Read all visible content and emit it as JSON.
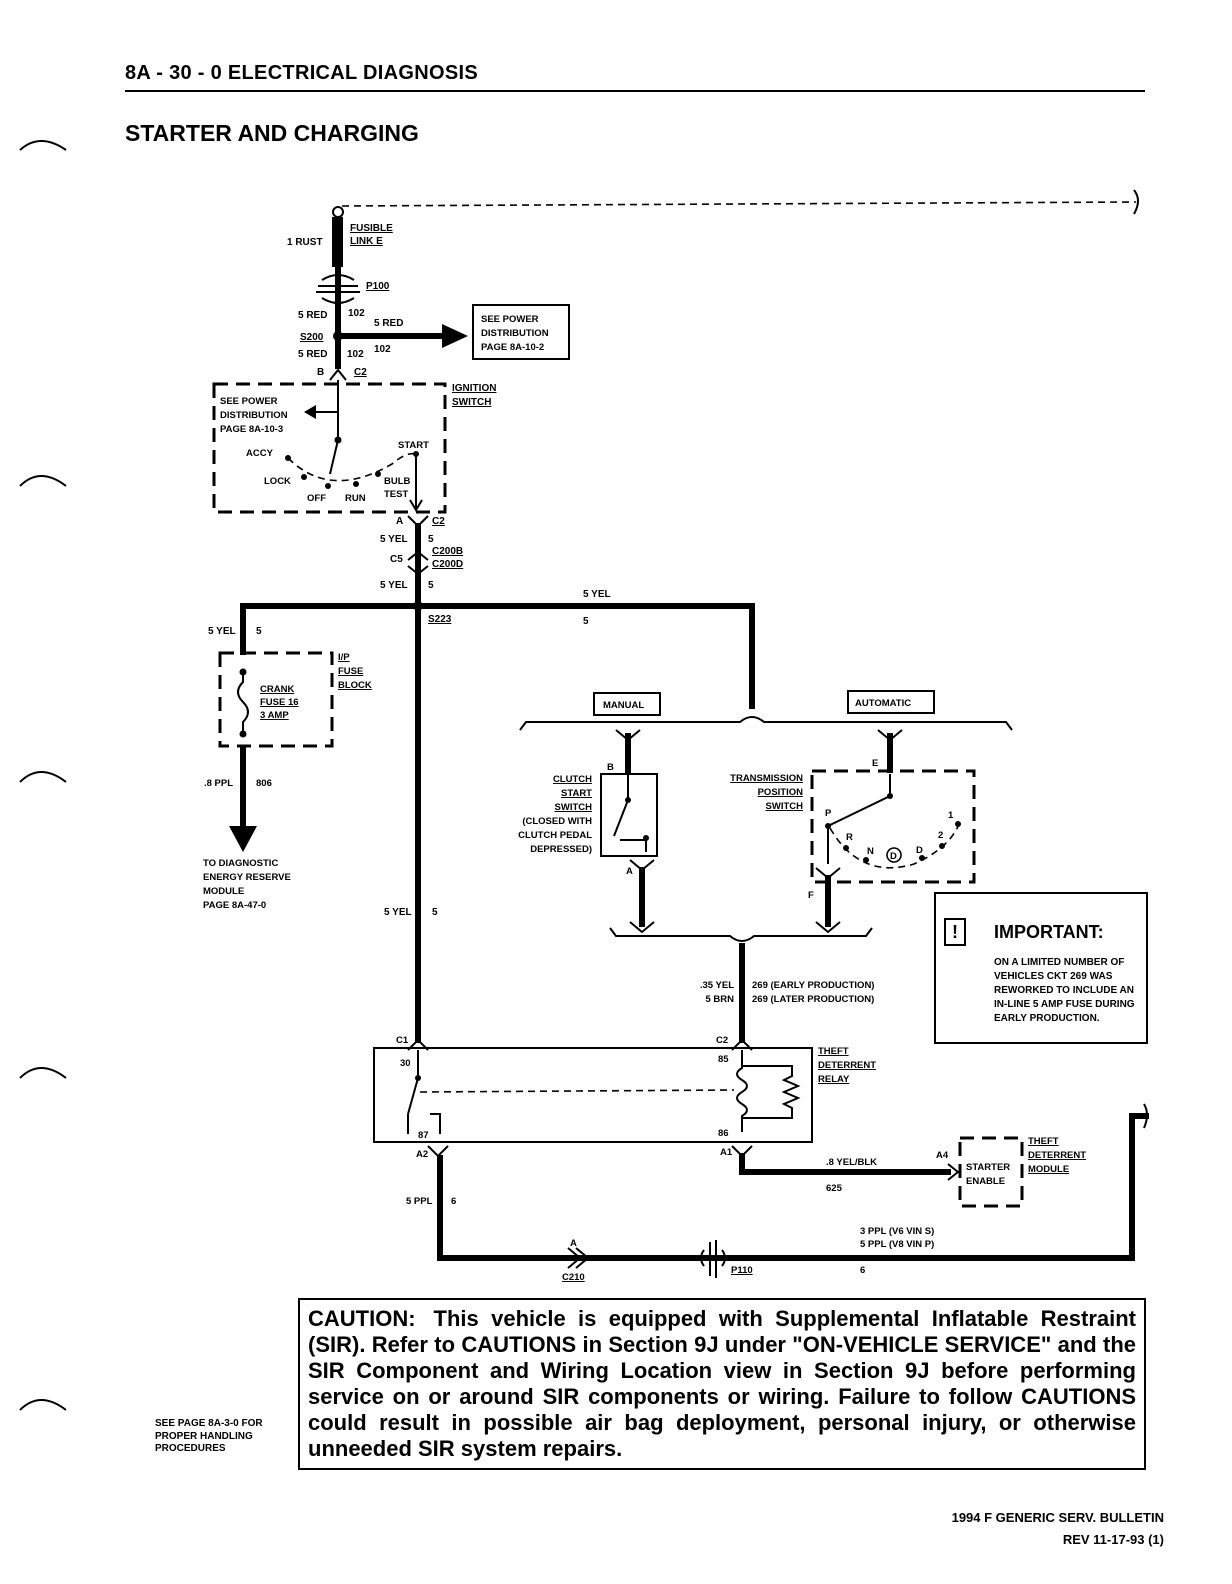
{
  "header": {
    "title": "8A - 30 - 0 ELECTRICAL DIAGNOSIS",
    "section": "STARTER AND CHARGING"
  },
  "diagram": {
    "fusible_link": {
      "wire": "1 RUST",
      "label_line1": "FUSIBLE",
      "label_line2": "LINK E"
    },
    "p100": "P100",
    "s200": "S200",
    "wire_5red": "5 RED",
    "ckt_102": "102",
    "power_dist_1": {
      "line1": "SEE POWER",
      "line2": "DISTRIBUTION",
      "line3": "PAGE 8A-10-2"
    },
    "connector_b": "B",
    "connector_c2": "C2",
    "ignition_switch": {
      "line1": "IGNITION",
      "line2": "SWITCH"
    },
    "power_dist_2": {
      "line1": "SEE POWER",
      "line2": "DISTRIBUTION",
      "line3": "PAGE 8A-10-3"
    },
    "sw_accy": "ACCY",
    "sw_lock": "LOCK",
    "sw_off": "OFF",
    "sw_run": "RUN",
    "sw_start": "START",
    "sw_bulb": "BULB",
    "sw_test": "TEST",
    "connector_a": "A",
    "wire_5yel": "5 YEL",
    "ckt_5": "5",
    "connector_c5": "C5",
    "c200b": "C200B",
    "c200d": "C200D",
    "s223": "S223",
    "ip_fuse_block": {
      "line1": "I/P",
      "line2": "FUSE",
      "line3": "BLOCK"
    },
    "crank_fuse": {
      "line1": "CRANK",
      "line2": "FUSE 16",
      "line3": "3 AMP"
    },
    "wire_8ppl": ".8 PPL",
    "ckt_806": "806",
    "derm": {
      "line1": "TO DIAGNOSTIC",
      "line2": "ENERGY RESERVE",
      "line3": "MODULE",
      "line4": "PAGE 8A-47-0"
    },
    "manual": "MANUAL",
    "automatic": "AUTOMATIC",
    "clutch_switch": {
      "line1": "CLUTCH",
      "line2": "START",
      "line3": "SWITCH",
      "line4": "(CLOSED WITH",
      "line5": "CLUTCH PEDAL",
      "line6": "DEPRESSED)"
    },
    "trans_switch": {
      "line1": "TRANSMISSION",
      "line2": "POSITION",
      "line3": "SWITCH"
    },
    "pin_e": "E",
    "pin_f": "F",
    "gear_p": "P",
    "gear_r": "R",
    "gear_n": "N",
    "gear_d": "D",
    "gear_d2": "D",
    "gear_1": "1",
    "gear_2": "2",
    "wire_35yel": ".35 YEL",
    "wire_5brn": "5 BRN",
    "ckt_269_early": "269 (EARLY PRODUCTION)",
    "ckt_269_later": "269 (LATER PRODUCTION)",
    "connector_c1": "C1",
    "pin_30": "30",
    "pin_85": "85",
    "pin_86": "86",
    "pin_87": "87",
    "pin_a2": "A2",
    "pin_a1": "A1",
    "theft_relay": {
      "line1": "THEFT",
      "line2": "DETERRENT",
      "line3": "RELAY"
    },
    "theft_module": {
      "line1": "THEFT",
      "line2": "DETERRENT",
      "line3": "MODULE"
    },
    "starter_enable": {
      "line1": "STARTER",
      "line2": "ENABLE"
    },
    "pin_a4": "A4",
    "wire_8yelblk": ".8 YEL/BLK",
    "ckt_625": "625",
    "wire_5ppl": "5 PPL",
    "ckt_6": "6",
    "c210": "C210",
    "p110": "P110",
    "wire_3ppl_v6": "3 PPL (V6 VIN S)",
    "wire_5ppl_v8": "5 PPL (V8 VIN P)"
  },
  "important": {
    "icon": "!",
    "title": "IMPORTANT:",
    "text": "ON A LIMITED NUMBER OF VEHICLES CKT 269 WAS REWORKED TO INCLUDE AN IN-LINE 5 AMP FUSE DURING EARLY PRODUCTION."
  },
  "caution": {
    "label": "CAUTION:",
    "text": "This vehicle is equipped with Supplemental Inflatable Restraint (SIR). Refer to CAUTIONS in Section 9J under \"ON-VEHICLE SERVICE\" and the SIR Component and Wiring Location view in Section 9J before performing service on or around SIR components or wiring. Failure to follow CAUTIONS could result in possible air bag deployment, personal injury, or otherwise unneeded SIR system repairs."
  },
  "side_note": "SEE PAGE 8A-3-0 FOR PROPER HANDLING PROCEDURES",
  "footer": {
    "bulletin": "1994 F GENERIC SERV. BULLETIN",
    "rev": "REV 11-17-93 (1)"
  }
}
